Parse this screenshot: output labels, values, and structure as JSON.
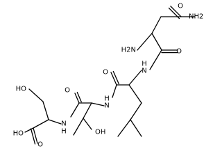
{
  "molecule": {
    "labels": {
      "amide_nh2": "NH2",
      "amine_h2n": "H2N",
      "o1": "O",
      "o2": "O",
      "o3": "O",
      "o4": "O",
      "nh1": "N",
      "nh1_h": "H",
      "nh2": "N",
      "nh2_h": "H",
      "nh3": "N",
      "nh3_h": "H",
      "oh_thr": "OH",
      "oh_ser": "HO",
      "oh_acid": "HO"
    },
    "colors": {
      "bond": "#000000",
      "text": "#000000",
      "background": "#ffffff"
    }
  }
}
